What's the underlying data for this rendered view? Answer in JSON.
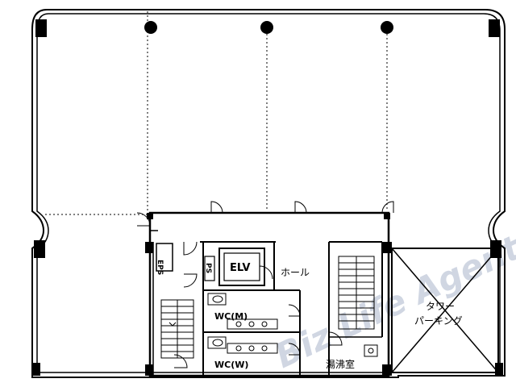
{
  "labels": {
    "eps": "EPS",
    "ps": "PS",
    "elv": "ELV",
    "hall": "ホール",
    "wc_m": "WC(M)",
    "wc_w": "WC(W)",
    "tower_parking_line1": "タワー",
    "tower_parking_line2": "パーキング",
    "kitchenette": "湯沸室"
  },
  "watermark": "Biz Life Agent",
  "colors": {
    "line": "#000000",
    "background": "#ffffff",
    "watermark": "#c8d0de"
  }
}
